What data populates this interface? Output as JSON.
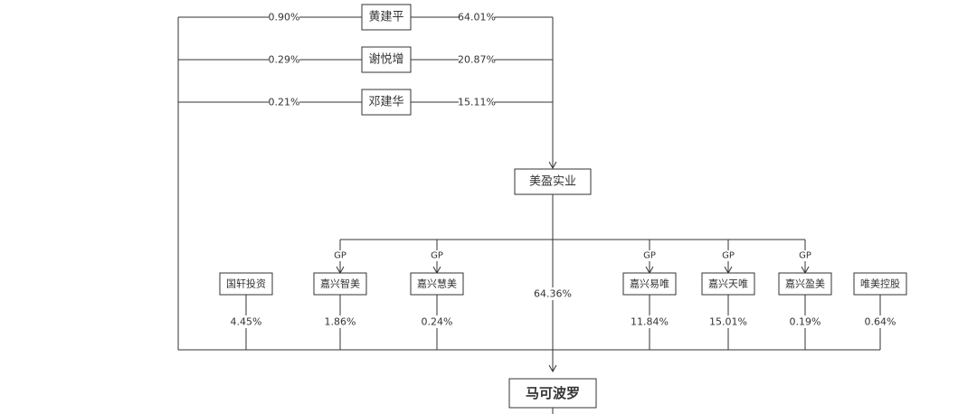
{
  "individuals": [
    {
      "name": "黄建平",
      "pct_to_target": "0.90%",
      "pct_to_meiying": "64.01%"
    },
    {
      "name": "谢悦增",
      "pct_to_target": "0.29%",
      "pct_to_meiying": "20.87%"
    },
    {
      "name": "邓建华",
      "pct_to_target": "0.21%",
      "pct_to_meiying": "15.11%"
    }
  ],
  "parent": {
    "name": "美盈实业",
    "pct_to_target": "64.36%"
  },
  "gp_label": "GP",
  "shareholders": [
    {
      "name": "国轩投资",
      "pct": "4.45%",
      "gp": false
    },
    {
      "name": "嘉兴智美",
      "pct": "1.86%",
      "gp": true
    },
    {
      "name": "嘉兴慧美",
      "pct": "0.24%",
      "gp": true
    },
    {
      "name": "嘉兴易唯",
      "pct": "11.84%",
      "gp": true
    },
    {
      "name": "嘉兴天唯",
      "pct": "15.01%",
      "gp": true
    },
    {
      "name": "嘉兴盈美",
      "pct": "0.19%",
      "gp": true
    },
    {
      "name": "唯美控股",
      "pct": "0.64%",
      "gp": false
    }
  ],
  "target": {
    "name": "马可波罗"
  }
}
